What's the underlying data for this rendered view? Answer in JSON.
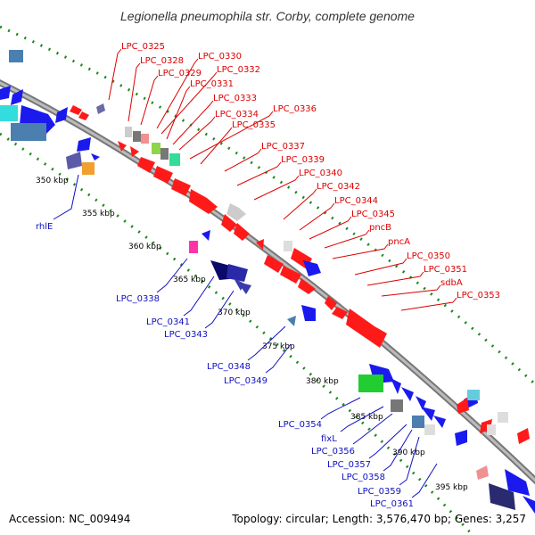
{
  "title": "Legionella pneumophila str. Corby, complete genome",
  "footer": {
    "accession": "Accession: NC_009494",
    "topology": "Topology: circular; Length: 3,576,470 bp; Genes: 3,257"
  },
  "colors": {
    "forward_label": "#dd0000",
    "reverse_label": "#1010c0",
    "backbone": "#888888",
    "tick": "#1a8a1a",
    "forward_gene": "#ff1a1a",
    "reverse_gene": "#1a1aee"
  },
  "scale_labels": [
    "350 kbp",
    "355 kbp",
    "360 kbp",
    "365 kbp",
    "370 kbp",
    "375 kbp",
    "380 kbp",
    "385 kbp",
    "390 kbp",
    "395 kbp"
  ],
  "forward_labels": [
    "LPC_0325",
    "LPC_0328",
    "LPC_0329",
    "LPC_0330",
    "LPC_0332",
    "LPC_0331",
    "LPC_0333",
    "LPC_0334",
    "LPC_0336",
    "LPC_0335",
    "LPC_0337",
    "LPC_0339",
    "LPC_0340",
    "LPC_0342",
    "LPC_0344",
    "LPC_0345",
    "pncB",
    "pncA",
    "LPC_0350",
    "LPC_0351",
    "sdbA",
    "LPC_0353"
  ],
  "reverse_labels": [
    "rhlE",
    "LPC_0338",
    "LPC_0341",
    "LPC_0343",
    "LPC_0348",
    "LPC_0349",
    "LPC_0354",
    "fixL",
    "LPC_0356",
    "LPC_0357",
    "LPC_0358",
    "LPC_0359",
    "LPC_0361"
  ]
}
